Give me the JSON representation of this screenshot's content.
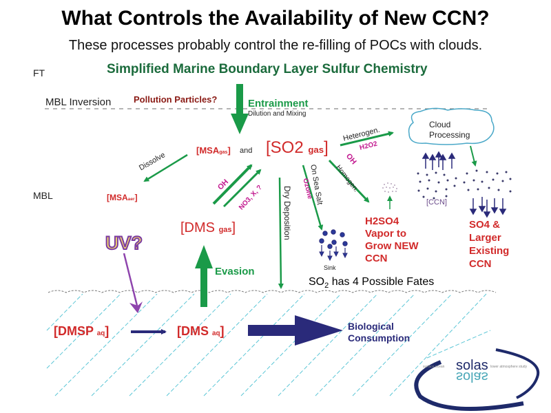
{
  "header": {
    "title": "What Controls the Availability of New CCN?",
    "subtitle": "These processes probably control the re-filling of POCs with clouds."
  },
  "diagram": {
    "heading": "Simplified Marine Boundary Layer Sulfur Chemistry",
    "zones": {
      "ft": "FT",
      "inversion": "MBL Inversion",
      "mbl": "MBL"
    },
    "pollution": "Pollution Particles?",
    "entrainment": {
      "label": "Entrainment",
      "sub": "Dilution and Mixing"
    },
    "species": {
      "msa_gas": {
        "main": "[MSA",
        "sub": "gas",
        "close": "]"
      },
      "and": "and",
      "so2_gas": {
        "main": "[SO2",
        "sub": "gas",
        "close": "]"
      },
      "msa_aer": {
        "main": "[MSA",
        "sub": "aer",
        "close": "]"
      },
      "dms_gas": {
        "main": "[DMS",
        "sub": "gas",
        "close": "]"
      },
      "dmsp_aq": {
        "main": "[DMSP",
        "sub": "aq",
        "close": "]"
      },
      "dms_aq": {
        "main": "[DMS",
        "sub": "aq",
        "close": "]"
      }
    },
    "processes": {
      "dissolve": "Dissolve",
      "oh_left": "OH",
      "no3": "NO3, X, ?",
      "dry_deposition": "Dry Deposition",
      "on_sea_salt": "On Sea Salt",
      "ozone": "Ozone",
      "homogen": "Homogen.",
      "oh_right": "OH",
      "heterogen": "Heterogen.",
      "h2o2": "H2O2",
      "evasion": "Evasion",
      "uv": "UV?",
      "biological": [
        "Biological",
        "Consumption"
      ]
    },
    "cloud": {
      "line1": "Cloud",
      "line2": "Processing"
    },
    "ccn_label": "[CCN]",
    "sink": "Sink",
    "h2so4": [
      "H2SO4",
      "Vapor to",
      "Grow NEW",
      "CCN"
    ],
    "so4": [
      "SO4 &",
      "Larger",
      "Existing",
      "CCN"
    ],
    "fates": {
      "pre": "SO",
      "sub": "2",
      "post": " has 4 Possible Fates"
    },
    "logo": {
      "name": "solas",
      "left": "surface ocean",
      "right": "lower atmosphere study"
    }
  },
  "colors": {
    "green": "#1a9a48",
    "red": "#d12a2a",
    "magenta": "#c2188f",
    "navy": "#2a2a7a",
    "purple": "#8e44ad",
    "cyan": "#5bc6d6",
    "cloud": "#4aa8c8"
  }
}
